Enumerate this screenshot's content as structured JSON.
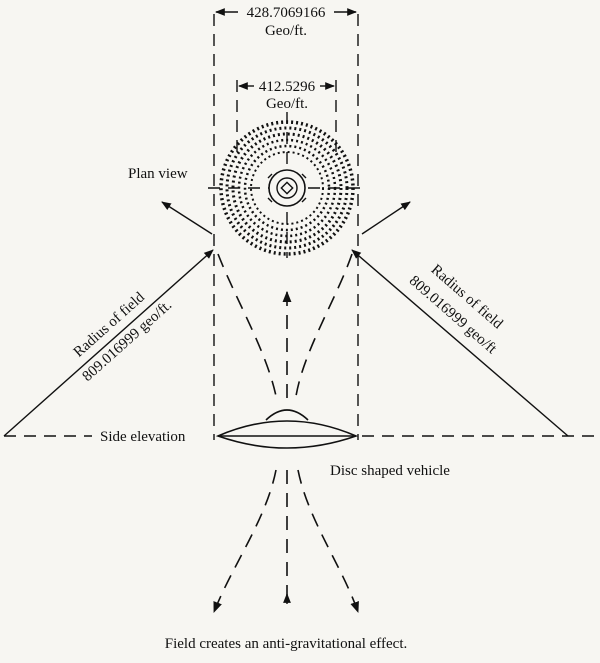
{
  "dimensions": {
    "outer_value": "428.7069166",
    "outer_unit": "Geo/ft.",
    "inner_value": "412.5296",
    "inner_unit": "Geo/ft."
  },
  "labels": {
    "plan_view": "Plan view",
    "radius_title": "Radius of field",
    "radius_value": "809.016999 geo/ft.",
    "radius_value_right": "809.016999 geo/ft",
    "side_elevation": "Side elevation",
    "disc_vehicle": "Disc shaped vehicle",
    "caption": "Field creates an anti-gravitational effect."
  }
}
